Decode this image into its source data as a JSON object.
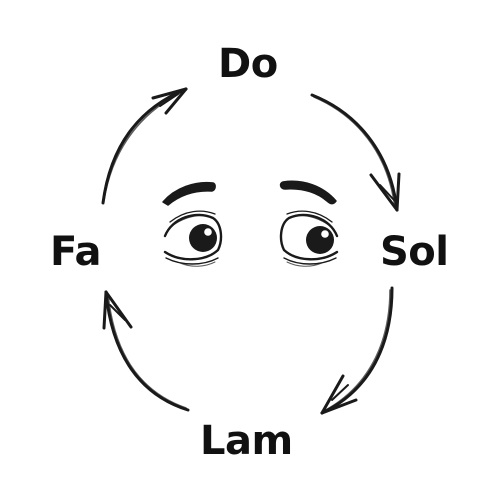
{
  "cycle": {
    "nodes": {
      "top": "Do",
      "right": "Sol",
      "bottom": "Lam",
      "left": "Fa"
    },
    "direction": "clockwise",
    "connector_icon": "hand-drawn-arrow-icon"
  },
  "center_icon": "worried-eyes-icon",
  "colors": {
    "ink": "#111111",
    "background": "#ffffff"
  }
}
